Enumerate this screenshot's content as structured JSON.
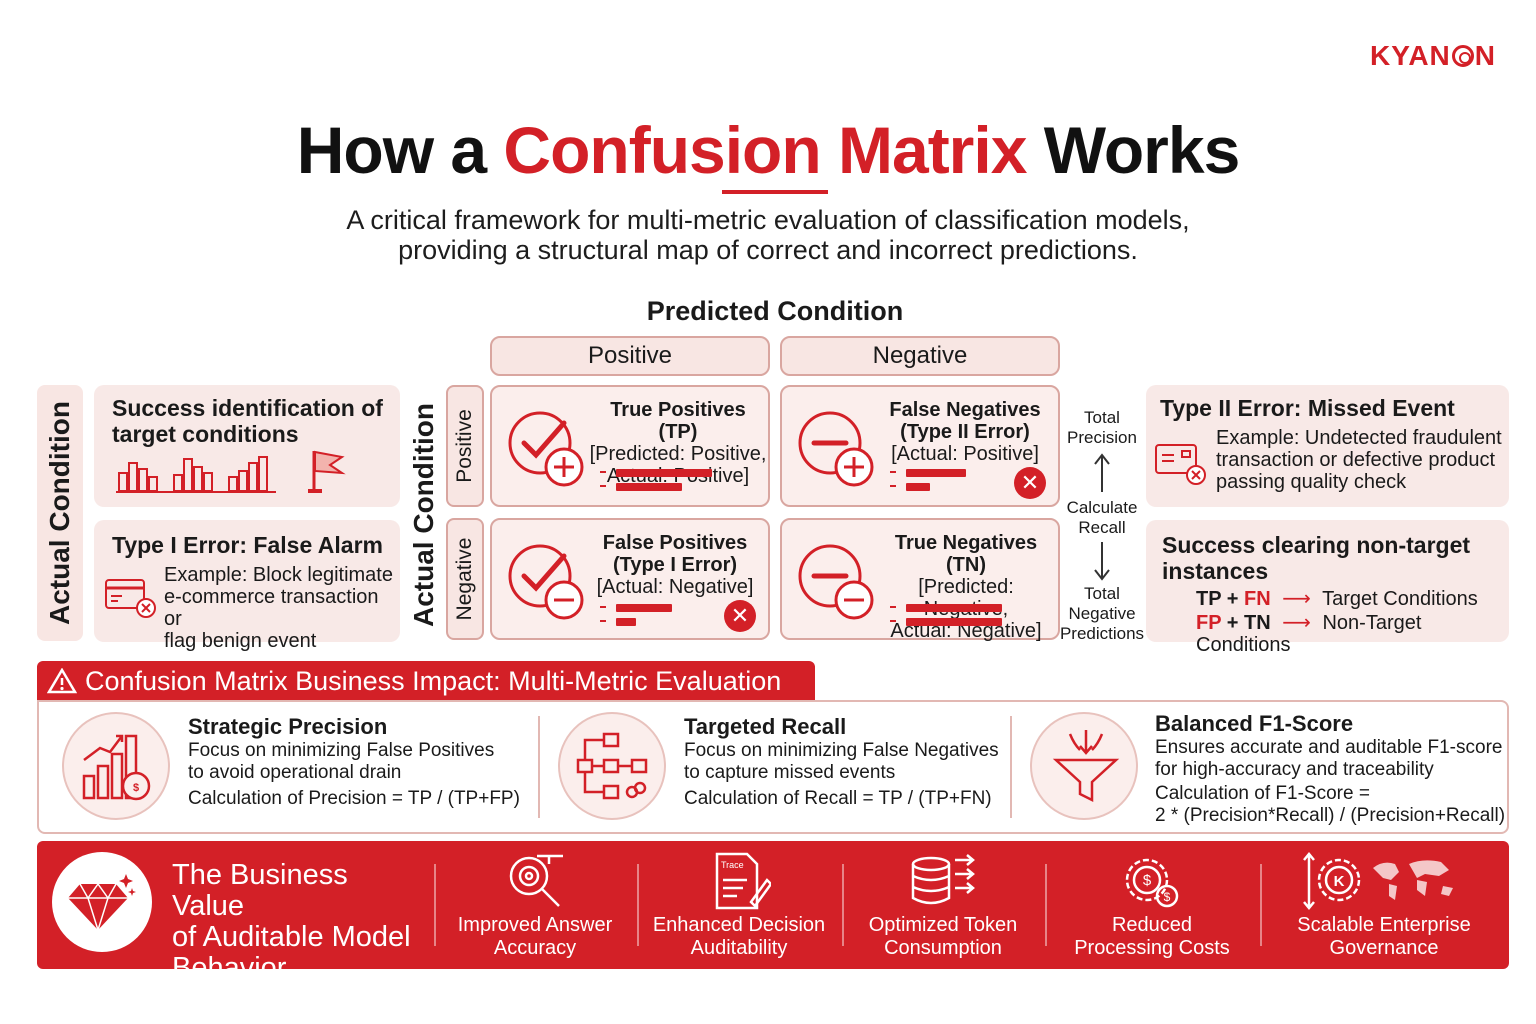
{
  "brand": {
    "pre": "KYAN",
    "post": "N"
  },
  "title": {
    "part1": "How a ",
    "accent": "Confusion Matrix",
    "part2": " Works"
  },
  "subtitle": {
    "line1": "A critical framework for multi-metric evaluation of classification models,",
    "line2": "providing a structural map of correct and incorrect predictions."
  },
  "matrix": {
    "predicted_label": "Predicted Condition",
    "col_positive": "Positive",
    "col_negative": "Negative",
    "actual_label": "Actual Condition",
    "row_positive": "Positive",
    "row_negative": "Negative",
    "tp": {
      "title": "True Positives (TP)",
      "line1": "[Predicted: Positive,",
      "line2": "Actual: Positive]"
    },
    "fn": {
      "title1": "False Negatives",
      "title2": "(Type II Error)",
      "line1": "[Actual: Positive]"
    },
    "fp": {
      "title1": "False Positives",
      "title2": "(Type I Error)",
      "line1": "[Actual: Negative]"
    },
    "tn": {
      "title": "True Negatives (TN)",
      "line1": "[Predicted: Negative,",
      "line2": "Actual: Negative]"
    },
    "x_mark": "✕"
  },
  "left_cards": {
    "success": {
      "title1": "Success identification of",
      "title2": "target conditions"
    },
    "type1": {
      "title": "Type I Error: False Alarm",
      "line1": "Example: Block legitimate",
      "line2": "e-commerce transaction or",
      "line3": "flag benign event"
    }
  },
  "middle": {
    "total_precision1": "Total",
    "total_precision2": "Precision",
    "calc_recall1": "Calculate",
    "calc_recall2": "Recall",
    "total_neg1": "Total",
    "total_neg2": "Negative",
    "total_neg3": "Predictions"
  },
  "right_cards": {
    "type2": {
      "title": "Type II Error: Missed Event",
      "line1": "Example: Undetected fraudulent",
      "line2": "transaction or defective product",
      "line3": "passing quality check"
    },
    "clearing": {
      "title1": "Success clearing non-target",
      "title2": "instances",
      "r1_a": "TP",
      "r1_plus": " + ",
      "r1_b": "FN",
      "r1_arrow": "⟶",
      "r1_text": "Target Conditions",
      "r2_a": "FP",
      "r2_plus": " + ",
      "r2_b": "TN",
      "r2_arrow": "⟶",
      "r2_text": "Non-Target Conditions"
    }
  },
  "impact": {
    "header": "Confusion Matrix Business Impact: Multi-Metric Evaluation",
    "precision": {
      "title": "Strategic Precision",
      "line1": "Focus on minimizing False Positives",
      "line2": "to avoid operational drain",
      "line3": "Calculation of Precision = TP / (TP+FP)"
    },
    "recall": {
      "title": "Targeted Recall",
      "line1": "Focus on minimizing False Negatives",
      "line2": "to capture missed events",
      "line3": "Calculation of Recall = TP / (TP+FN)"
    },
    "f1": {
      "title": "Balanced F1-Score",
      "line1": "Ensures accurate and auditable F1-score",
      "line2": "for high-accuracy and traceability",
      "line3": "Calculation of F1-Score =",
      "line4": "2 * (Precision*Recall) / (Precision+Recall)"
    }
  },
  "footer": {
    "head1": "The Business Value",
    "head2": "of Auditable Model",
    "head3": "Behavior",
    "items": [
      {
        "l1": "Improved Answer",
        "l2": "Accuracy"
      },
      {
        "l1": "Enhanced Decision",
        "l2": "Auditability"
      },
      {
        "l1": "Optimized Token",
        "l2": "Consumption"
      },
      {
        "l1": "Reduced",
        "l2": "Processing Costs"
      },
      {
        "l1": "Scalable Enterprise",
        "l2": "Governance"
      }
    ]
  },
  "colors": {
    "accent": "#d32027",
    "panel": "#f8e9e7",
    "border": "#d9a6a0"
  },
  "icons": [
    "bar-chart-icon",
    "flag-icon",
    "card-error-icon",
    "check-plus-icon",
    "minus-plus-icon",
    "check-minus-icon",
    "minus-minus-icon",
    "x-icon",
    "arrow-up-icon",
    "arrow-down-icon",
    "warning-icon",
    "growth-chart-icon",
    "flow-icon",
    "funnel-icon",
    "gem-icon",
    "search-gear-icon",
    "trace-doc-icon",
    "database-icon",
    "cost-gear-icon",
    "globe-gear-icon"
  ]
}
